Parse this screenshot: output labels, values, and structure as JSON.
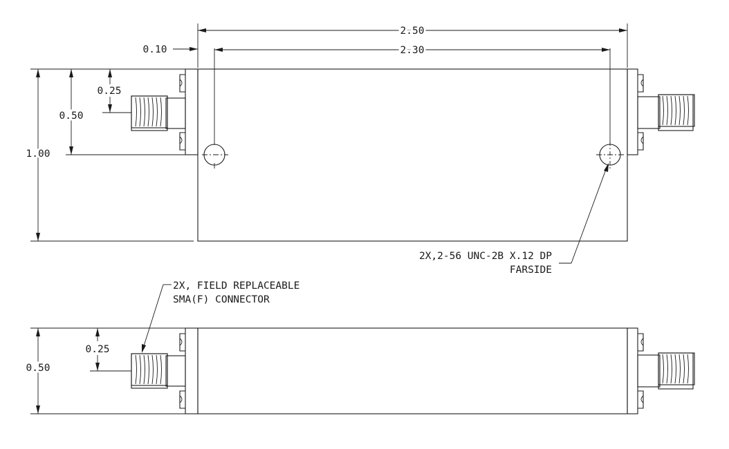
{
  "dimensions": {
    "overall_length": "2.50",
    "hole_spacing": "2.30",
    "hole_offset": "0.10",
    "height_top_view": "1.00",
    "connector_height_top": "0.50",
    "connector_center_top": "0.25",
    "height_side_view": "0.50",
    "connector_center_side": "0.25"
  },
  "notes": {
    "mounting_holes_line1": "2X,2-56 UNC-2B X.12 DP",
    "mounting_holes_line2": "FARSIDE",
    "connector_line1": "2X, FIELD REPLACEABLE",
    "connector_line2": "SMA(F) CONNECTOR"
  },
  "colors": {
    "line": "#1a1a1a",
    "background": "#ffffff"
  }
}
